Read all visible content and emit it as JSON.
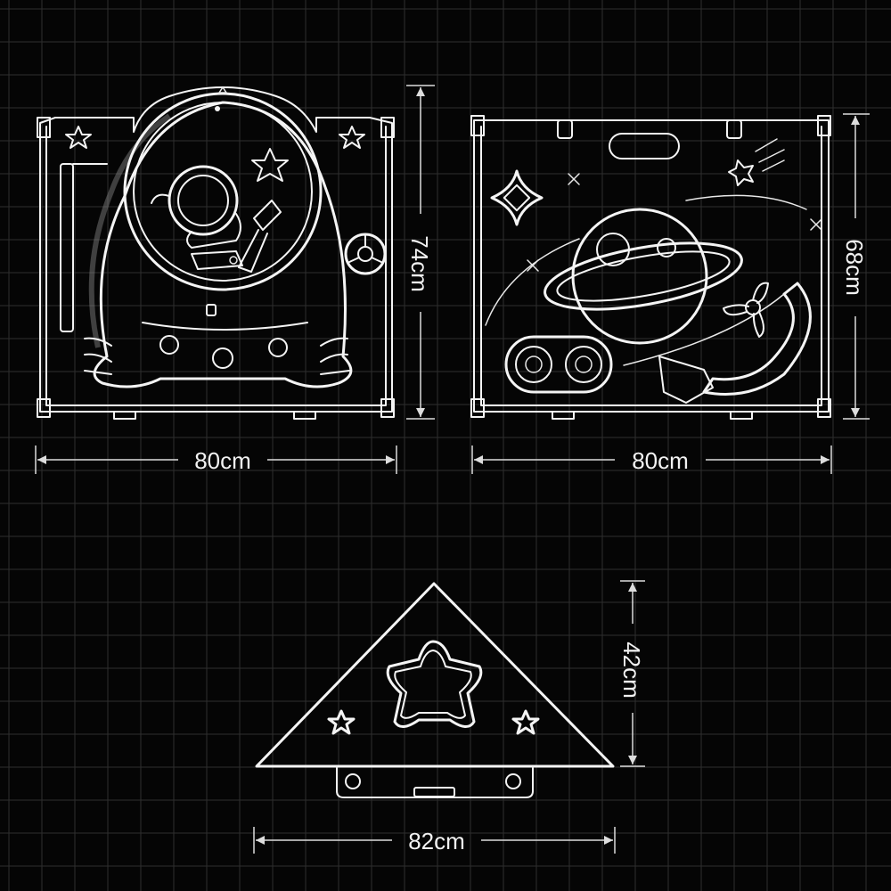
{
  "colors": {
    "background": "#050505",
    "grid": "#2f2f2f",
    "line": "#f4f4f4"
  },
  "panels": {
    "astronaut": {
      "width_label": "80cm",
      "height_label": "74cm",
      "icons": [
        "star-icon",
        "astronaut-icon",
        "rocket-icon",
        "steering-wheel-icon"
      ]
    },
    "planet": {
      "width_label": "80cm",
      "height_label": "68cm",
      "icons": [
        "handle-icon",
        "sparkle-icon",
        "planet-icon",
        "comet-icon",
        "propeller-icon",
        "gear-icon"
      ]
    },
    "corner": {
      "width_label": "82cm",
      "height_label": "42cm",
      "icons": [
        "star-cutout-icon",
        "star-icon"
      ]
    }
  }
}
